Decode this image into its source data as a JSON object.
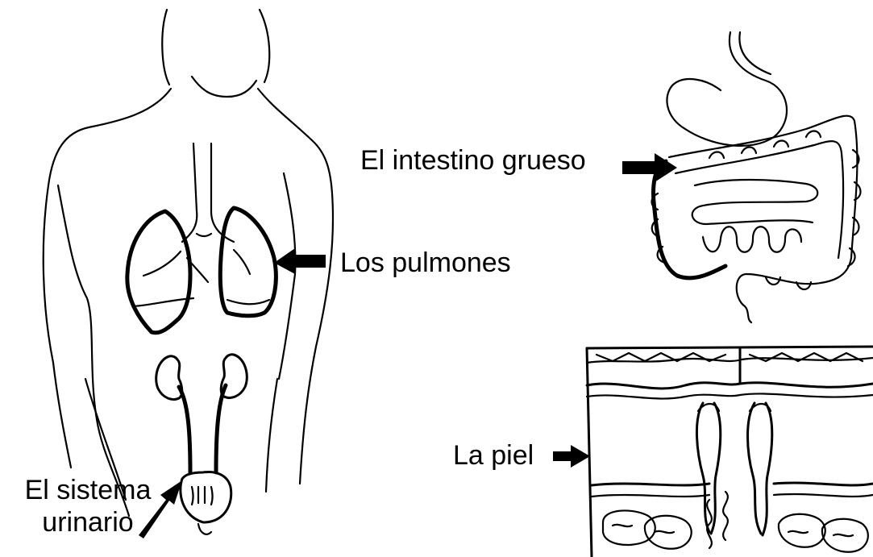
{
  "labels": {
    "lungs": "Los pulmones",
    "large_intestine": "El intestino grueso",
    "skin": "La piel",
    "urinary_line1": "El sistema",
    "urinary_line2": "urinario"
  },
  "colors": {
    "ink": "#000000",
    "background": "#ffffff"
  }
}
